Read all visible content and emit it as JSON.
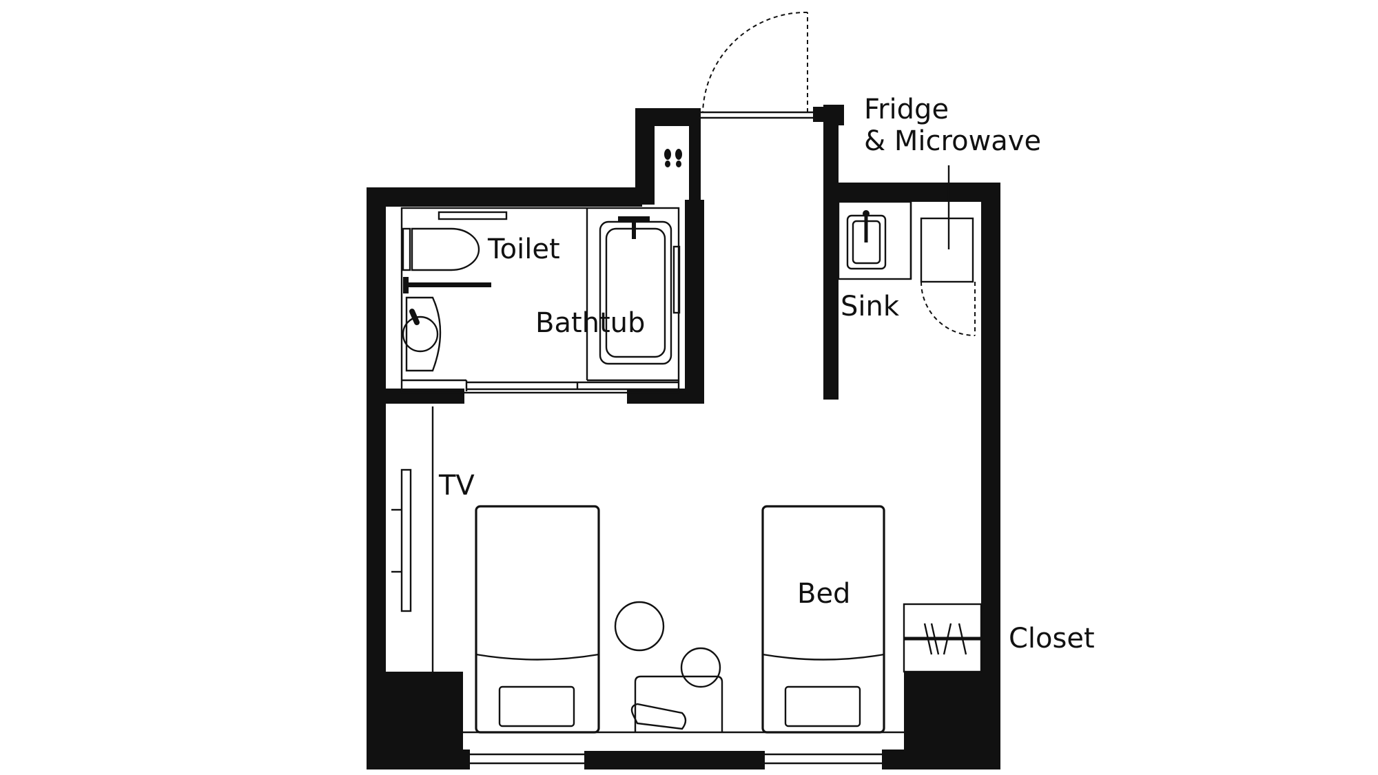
{
  "labels": {
    "fridge_line1": "Fridge",
    "fridge_line2": "& Microwave",
    "toilet": "Toilet",
    "bathtub": "Bathtub",
    "sink": "Sink",
    "tv": "TV",
    "bed": "Bed",
    "closet": "Closet"
  },
  "colors": {
    "wall": "#111111",
    "background": "#ffffff"
  },
  "icons": [
    "entrance-shoes-icon",
    "toilet-icon",
    "bathtub-icon",
    "washbasin-icon",
    "kitchen-sink-icon",
    "fridge-icon",
    "tv-icon",
    "bed-icon",
    "table-icon",
    "chair-icon",
    "closet-hanger-icon",
    "door-swing-icon",
    "window-icon"
  ]
}
